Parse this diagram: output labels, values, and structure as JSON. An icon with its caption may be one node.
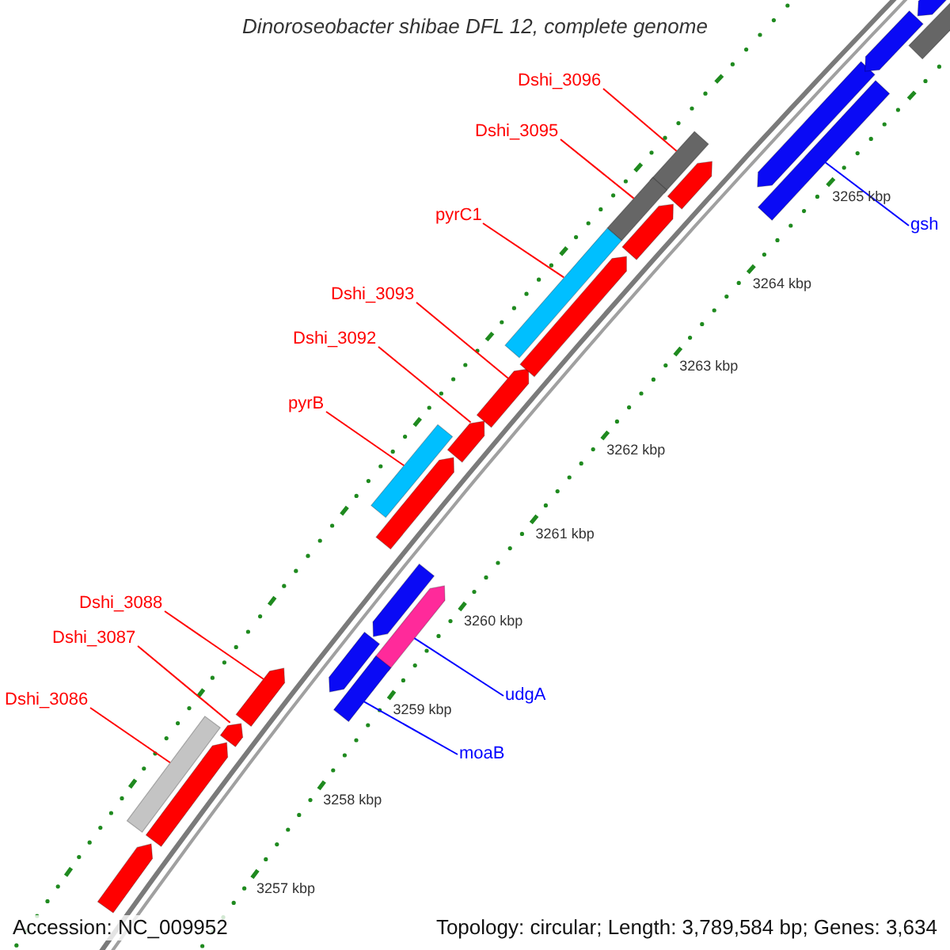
{
  "diagram": {
    "title": "Dinoroseobacter shibae DFL 12, complete genome",
    "nodes": [
      {
        "text": [
          "Dshi_3096"
        ]
      },
      {
        "text": [
          "Dshi_3095"
        ]
      },
      {
        "text": [
          "pyrC1"
        ]
      },
      {
        "text": [
          "Dshi_3093"
        ]
      },
      {
        "text": [
          "Dshi_3092"
        ]
      },
      {
        "text": [
          "pyrB"
        ]
      },
      {
        "text": [
          "Dshi_3088"
        ]
      },
      {
        "text": [
          "Dshi_3087"
        ]
      },
      {
        "text": [
          "Dshi_3086"
        ]
      },
      {
        "text": [
          "udgA"
        ]
      },
      {
        "text": [
          "moaB"
        ]
      },
      {
        "text": [
          "gsh"
        ]
      },
      {
        "text": [],
        "shape": "bar"
      },
      {
        "text": [],
        "shape": "bar"
      },
      {
        "text": [],
        "shape": "bar"
      },
      {
        "text": [],
        "shape": "arrow"
      },
      {
        "text": [],
        "shape": "arrow"
      },
      {
        "text": [],
        "shape": "bar"
      },
      {
        "text": [],
        "shape": "arrow"
      },
      {
        "text": [],
        "shape": "arrow"
      },
      {
        "text": [],
        "shape": "bar"
      },
      {
        "text": [],
        "shape": "arrow"
      },
      {
        "text": [],
        "shape": "bar"
      },
      {
        "text": [],
        "shape": "bar"
      },
      {
        "text": [],
        "shape": "arrow"
      },
      {
        "text": [],
        "shape": "arrow"
      },
      {
        "text": [],
        "shape": "arrow"
      },
      {
        "text": [],
        "shape": "arrow"
      },
      {
        "text": [],
        "shape": "arrow"
      },
      {
        "text": [],
        "shape": "arrow"
      },
      {
        "text": [],
        "shape": "arrow"
      },
      {
        "text": [],
        "shape": "arrow"
      },
      {
        "text": [],
        "shape": "arrow"
      },
      {
        "text": [],
        "shape": "arrow"
      },
      {
        "text": [],
        "shape": "arrow"
      },
      {
        "text": [],
        "shape": "bar"
      }
    ],
    "edges": [
      {
        "from": 0,
        "to": 12,
        "arrow": "none"
      },
      {
        "from": 1,
        "to": 13,
        "arrow": "none"
      },
      {
        "from": 2,
        "to": 14,
        "arrow": "none"
      },
      {
        "from": 3,
        "to": 15,
        "arrow": "none"
      },
      {
        "from": 4,
        "to": 16,
        "arrow": "none"
      },
      {
        "from": 5,
        "to": 17,
        "arrow": "none"
      },
      {
        "from": 6,
        "to": 18,
        "arrow": "none"
      },
      {
        "from": 7,
        "to": 19,
        "arrow": "none"
      },
      {
        "from": 8,
        "to": 20,
        "arrow": "none"
      },
      {
        "from": 9,
        "to": 21,
        "arrow": "none",
        "color": "#0000ff"
      },
      {
        "from": 10,
        "to": 22,
        "arrow": "none",
        "color": "#0000ff"
      },
      {
        "from": 11,
        "to": 23,
        "arrow": "none",
        "color": "#0000ff"
      }
    ],
    "labels": [
      "3265 kbp",
      "3264 kbp",
      "3263 kbp",
      "3262 kbp",
      "3261 kbp",
      "3260 kbp",
      "3259 kbp",
      "3258 kbp",
      "3257 kbp",
      "Accession: NC_009952",
      "Topology: circular; Length: 3,789,584 bp; Genes: 3,634"
    ]
  }
}
